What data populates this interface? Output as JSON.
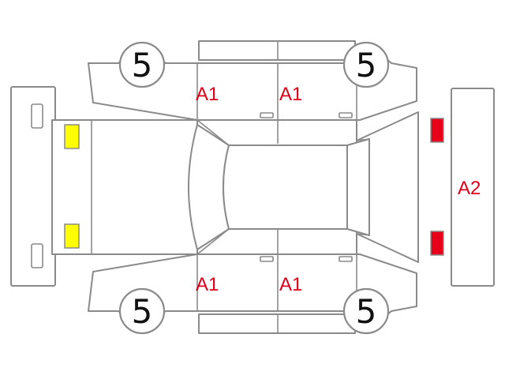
{
  "tire_labels": {
    "front_left": "5",
    "rear_left": "5",
    "front_right": "5",
    "rear_right": "5"
  },
  "damage_marks": {
    "upper_front_door": "A1",
    "upper_rear_door": "A1",
    "lower_front_door": "A1",
    "lower_rear_door": "A1",
    "rear_bumper": "A2"
  },
  "colors": {
    "outline": "#8a8a8a",
    "mark_text": "#e0001b",
    "headlight": "#ffff00",
    "taillight": "#e8001a"
  }
}
